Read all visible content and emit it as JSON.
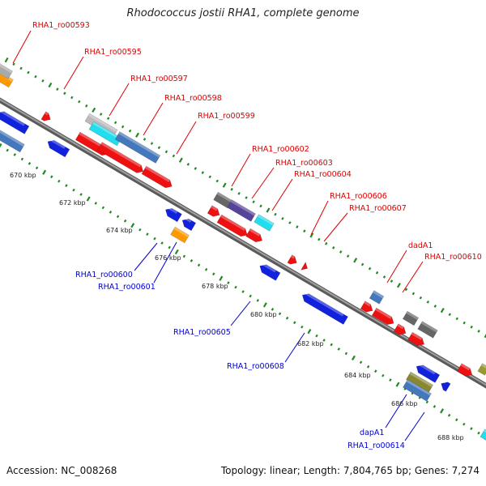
{
  "title": "Rhodococcus jostii RHA1, complete genome",
  "accession_text": "Accession: NC_008268",
  "summary_text": "Topology: linear; Length: 7,804,765 bp; Genes: 7,274",
  "colors": {
    "forward_gene": "#ee1111",
    "reverse_gene": "#1122dd",
    "backbone": "#888888",
    "tick_dots": "#228822",
    "forward_label": "#dd0000",
    "reverse_label": "#0000cc"
  },
  "scale_ticks": [
    "670 kbp",
    "672 kbp",
    "674 kbp",
    "676 kbp",
    "678 kbp",
    "680 kbp",
    "682 kbp",
    "684 kbp",
    "686 kbp",
    "688 kbp"
  ],
  "forward_gene_labels": [
    "RHA1_ro00593",
    "RHA1_ro00595",
    "RHA1_ro00597",
    "RHA1_ro00598",
    "RHA1_ro00599",
    "RHA1_ro00602",
    "RHA1_ro00603",
    "RHA1_ro00604",
    "RHA1_ro00606",
    "RHA1_ro00607",
    "dadA1",
    "RHA1_ro00610"
  ],
  "reverse_gene_labels": [
    "RHA1_ro00600",
    "RHA1_ro00601",
    "RHA1_ro00605",
    "RHA1_ro00608",
    "dapA1",
    "RHA1_ro00614"
  ]
}
